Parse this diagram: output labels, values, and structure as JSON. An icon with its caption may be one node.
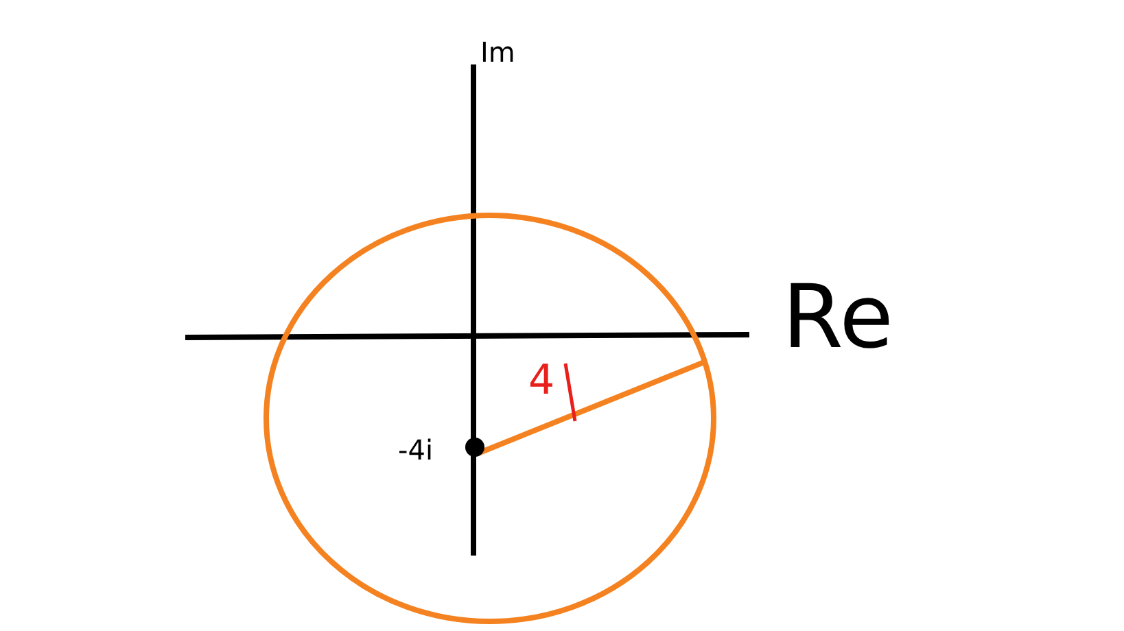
{
  "diagram": {
    "labels": [
      "Im",
      "Re",
      "-4i",
      "4"
    ]
  }
}
